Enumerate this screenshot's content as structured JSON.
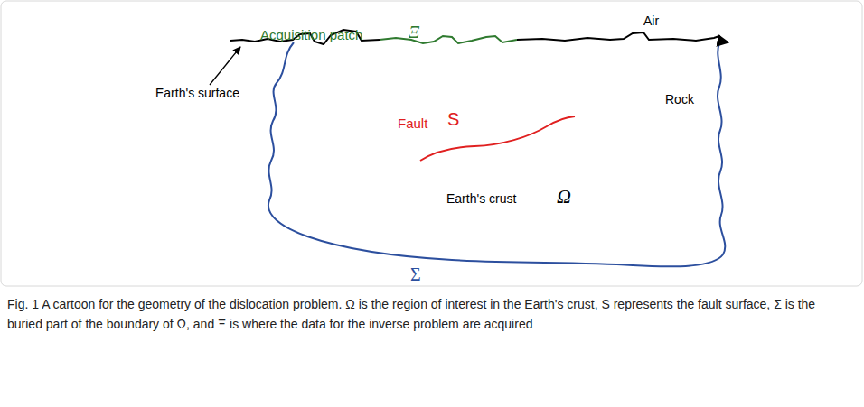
{
  "diagram": {
    "caption": "Fig. 1 A cartoon for the geometry of the dislocation problem. Ω is the region of interest in the Earth's crust, S represents the fault surface, Σ is the buried part of the boundary of Ω, and Ξ is where the data for the inverse problem are acquired",
    "labels": [
      "Acquisition patch",
      "Ξ",
      "Air",
      "Earth's surface",
      "Rock",
      "Fault",
      "S",
      "Earth's crust",
      "Ω",
      "Σ"
    ]
  }
}
